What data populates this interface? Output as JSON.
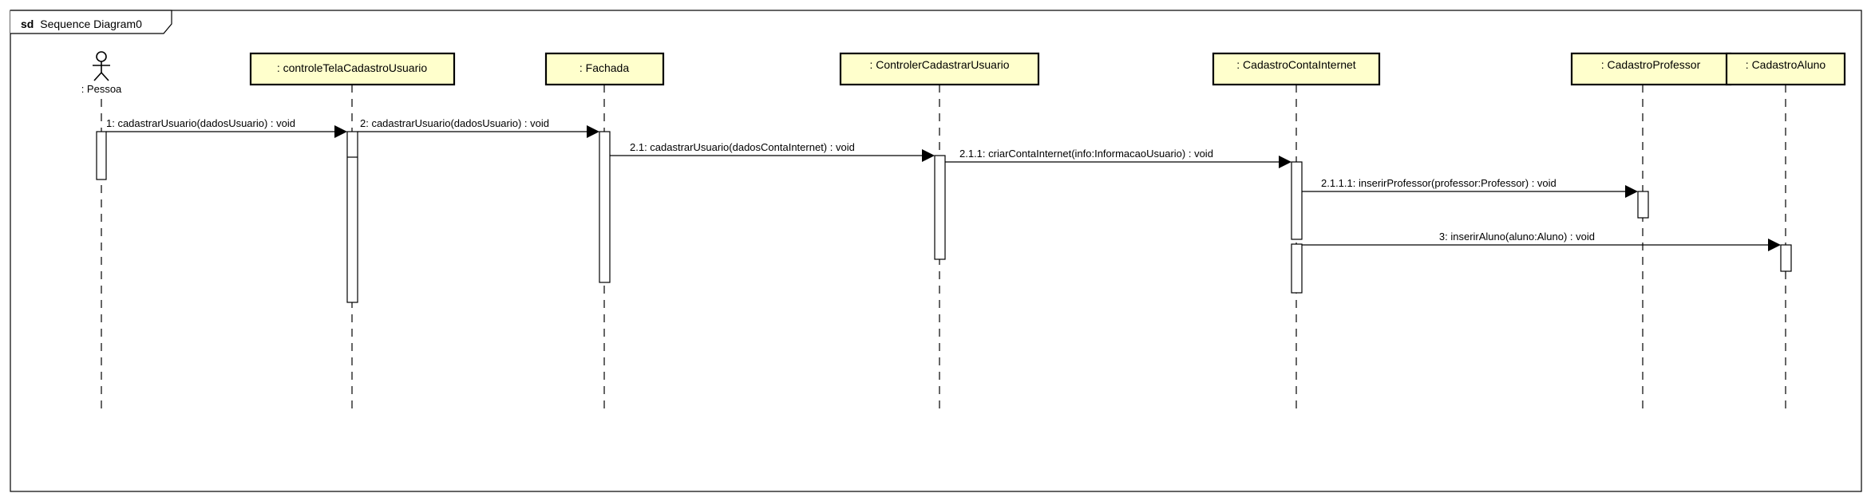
{
  "frame": {
    "keyword": "sd",
    "name": "Sequence Diagram0"
  },
  "actor": {
    "label": ": Pessoa",
    "icon": "stick-figure-icon"
  },
  "lifelines": [
    {
      "id": "tela",
      "label": ": controleTelaCadastroUsuario"
    },
    {
      "id": "fachada",
      "label": ": Fachada"
    },
    {
      "id": "controler",
      "label": ": ControlerCadastrarUsuario"
    },
    {
      "id": "conta",
      "label": ": CadastroContaInternet"
    },
    {
      "id": "professor",
      "label": ": CadastroProfessor"
    },
    {
      "id": "aluno",
      "label": ": CadastroAluno"
    }
  ],
  "messages": [
    {
      "from": "actor",
      "to": "tela",
      "label": "1: cadastrarUsuario(dadosUsuario) : void"
    },
    {
      "from": "tela",
      "to": "fachada",
      "label": "2: cadastrarUsuario(dadosUsuario) : void"
    },
    {
      "from": "fachada",
      "to": "controler",
      "label": "2.1: cadastrarUsuario(dadosContaInternet) : void"
    },
    {
      "from": "controler",
      "to": "conta",
      "label": "2.1.1: criarContaInternet(info:InformacaoUsuario) : void"
    },
    {
      "from": "conta",
      "to": "professor",
      "label": "2.1.1.1: inserirProfessor(professor:Professor) : void"
    },
    {
      "from": "conta",
      "to": "aluno",
      "label": "3: inserirAluno(aluno:Aluno) : void"
    }
  ],
  "colors": {
    "lifeline_box_fill": "#ffffcc",
    "stroke": "#000000",
    "background": "#ffffff"
  }
}
